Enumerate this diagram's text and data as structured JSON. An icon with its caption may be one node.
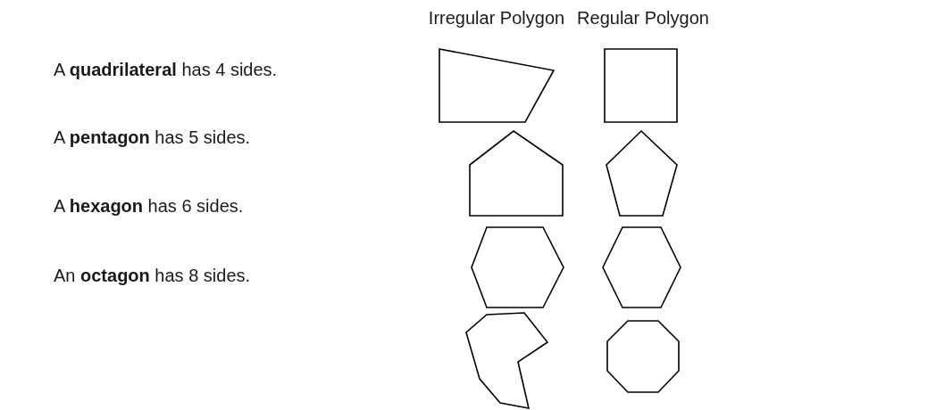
{
  "diagram": {
    "labels": [
      "Irregular Polygon",
      "Regular Polygon",
      "A **quadrilateral** has 4 sides.",
      "A **pentagon** has 5 sides.",
      "A **hexagon** has 6 sides.",
      "An **octagon** has 8 sides."
    ]
  }
}
